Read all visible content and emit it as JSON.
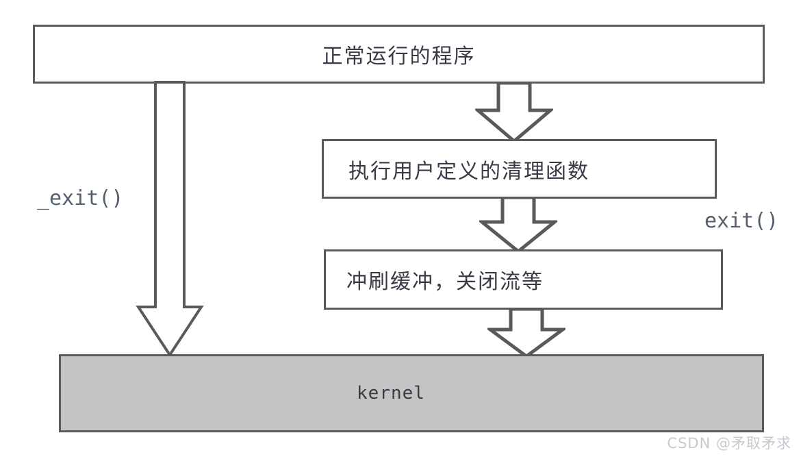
{
  "diagram": {
    "title_text_language": "zh",
    "background_color": "#ffffff",
    "box_border_color": "#5a5a5a",
    "text_color": "#3a3a46",
    "kernel_fill_color": "#c4c4c4",
    "nodes": [
      {
        "id": "program",
        "label": "正常运行的程序",
        "align": "center"
      },
      {
        "id": "cleanup",
        "label": "执行用户定义的清理函数",
        "align": "left"
      },
      {
        "id": "flush",
        "label": "冲刷缓冲，关闭流等",
        "align": "left"
      },
      {
        "id": "kernel",
        "label": "kernel",
        "align": "center"
      }
    ],
    "edge_labels": {
      "left_path": "_exit()",
      "right_path": "exit()"
    },
    "arrows": [
      {
        "id": "program-to-kernel",
        "from": "program",
        "to": "kernel",
        "style": "hollow-block-down",
        "label": "_exit()"
      },
      {
        "id": "program-to-cleanup",
        "from": "program",
        "to": "cleanup",
        "style": "hollow-block-down"
      },
      {
        "id": "cleanup-to-flush",
        "from": "cleanup",
        "to": "flush",
        "style": "hollow-block-down"
      },
      {
        "id": "flush-to-kernel",
        "from": "flush",
        "to": "kernel",
        "style": "hollow-block-down"
      }
    ]
  },
  "watermark": {
    "text": "CSDN @矛取矛求"
  }
}
